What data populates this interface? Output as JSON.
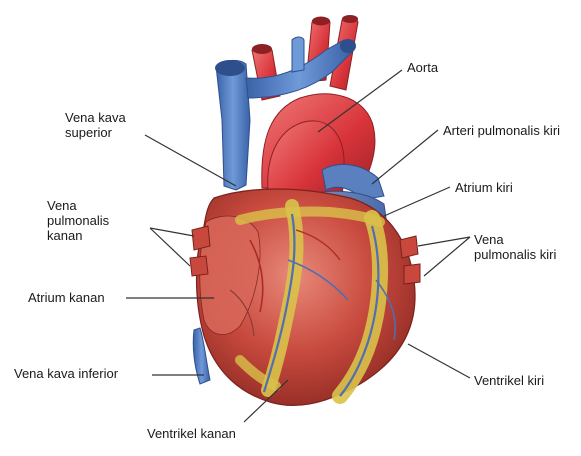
{
  "labels": {
    "aorta": "Aorta",
    "arteri_pulmonalis_kiri": "Arteri pulmonalis kiri",
    "atrium_kiri": "Atrium kiri",
    "vena_pulmonalis_kiri": [
      "Vena",
      "pulmonalis kiri"
    ],
    "ventrikel_kiri": "Ventrikel kiri",
    "ventrikel_kanan": "Ventrikel kanan",
    "vena_kava_inferior": "Vena kava inferior",
    "atrium_kanan": "Atrium kanan",
    "vena_pulmonalis_kanan": [
      "Vena",
      "pulmonalis",
      "kanan"
    ],
    "vena_kava_superior": [
      "Vena kava",
      "superior"
    ]
  },
  "colors": {
    "myocardium": "#c84a3e",
    "vein": "#4f7fc4",
    "artery": "#d8343a",
    "fat": "#d9c24a",
    "leader_line": "#333333"
  }
}
